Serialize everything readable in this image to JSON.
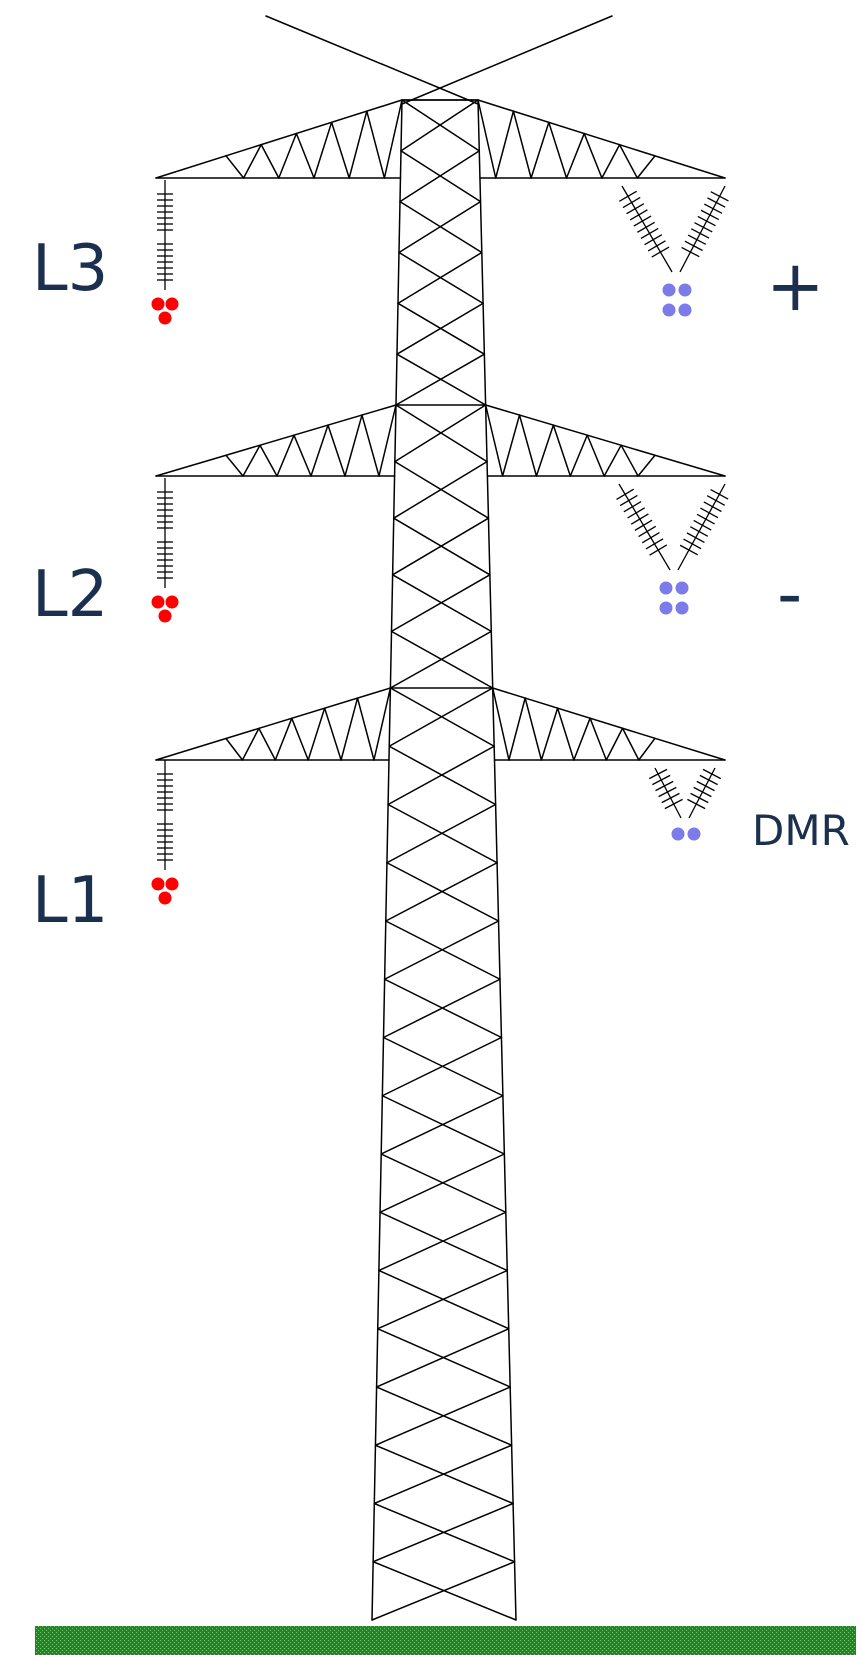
{
  "labels": {
    "l3": "L3",
    "l2": "L2",
    "l1": "L1",
    "plus": "+",
    "minus": "-",
    "dmr": "DMR"
  },
  "colors": {
    "ac_conductor": "#ff0000",
    "dc_conductor": "#7b7bea",
    "ground": "#1b8a1b",
    "label_text": "#1b2f4e",
    "structure": "#000000"
  }
}
